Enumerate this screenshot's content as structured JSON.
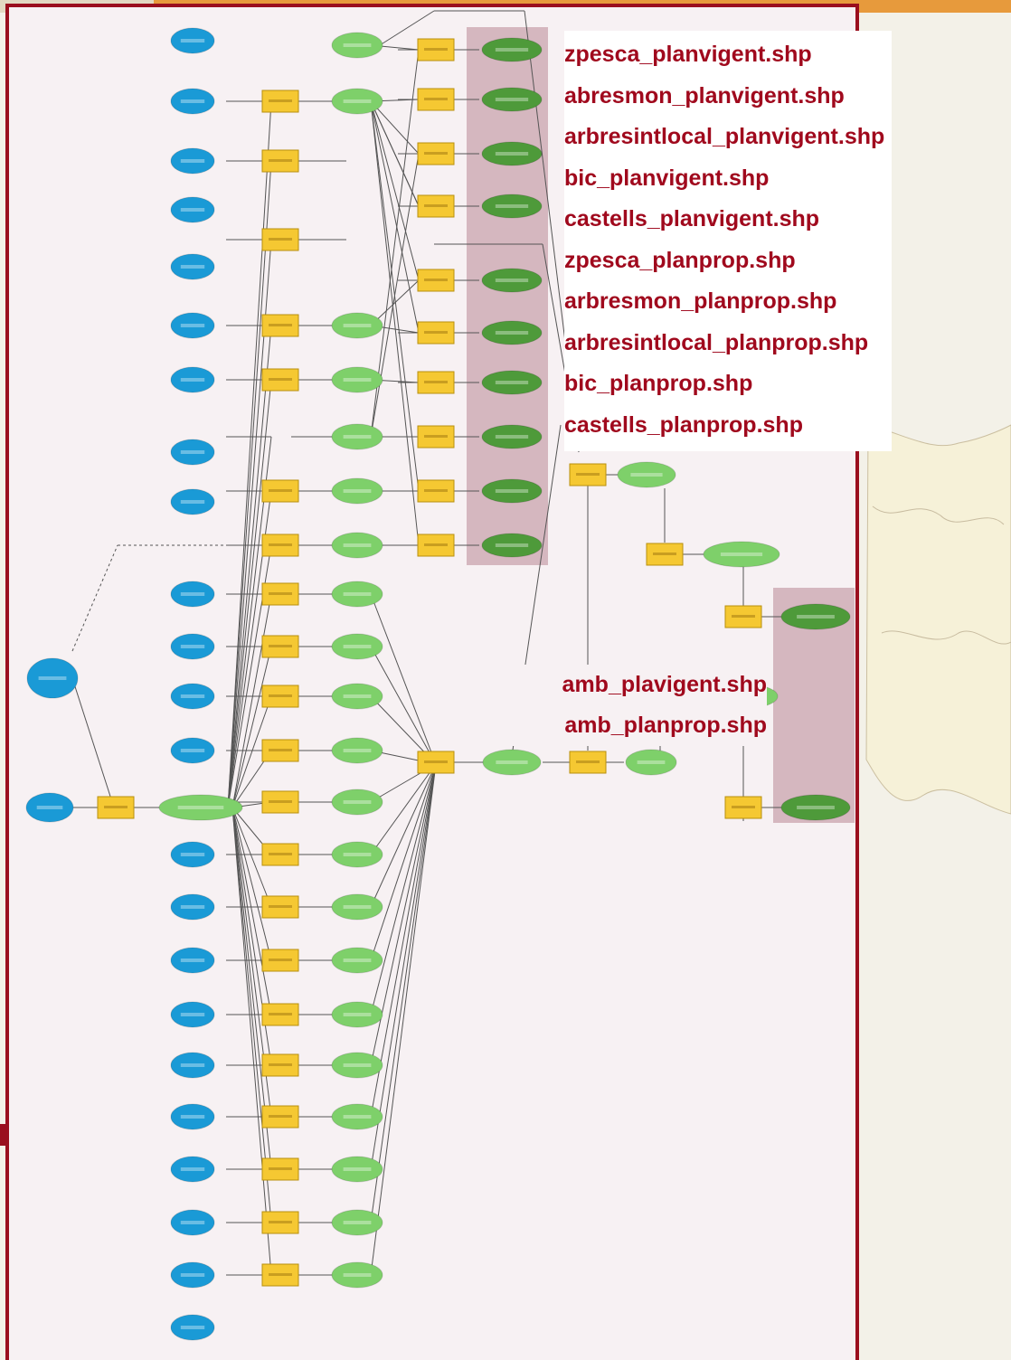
{
  "labels": {
    "planvigent_planprop": [
      "zpesca_planvigent.shp",
      "abresmon_planvigent.shp",
      "arbresintlocal_planvigent.shp",
      "bic_planvigent.shp",
      "castells_planvigent.shp",
      "zpesca_planprop.shp",
      "arbresmon_planprop.shp",
      "arbresintlocal_planprop.shp",
      "bic_planprop.shp",
      "castells_planprop.shp"
    ],
    "amb": [
      "amb_plavigent.shp",
      "amb_planprop.shp"
    ]
  },
  "colors": {
    "frame": "#9a0f1e",
    "label_text": "#a0091d",
    "input_node": "#1a9ad6",
    "tool_node": "#f5c832",
    "derived_node": "#7ed06a",
    "output_node": "#4e9a3a",
    "highlight": "#c9a3ae"
  }
}
